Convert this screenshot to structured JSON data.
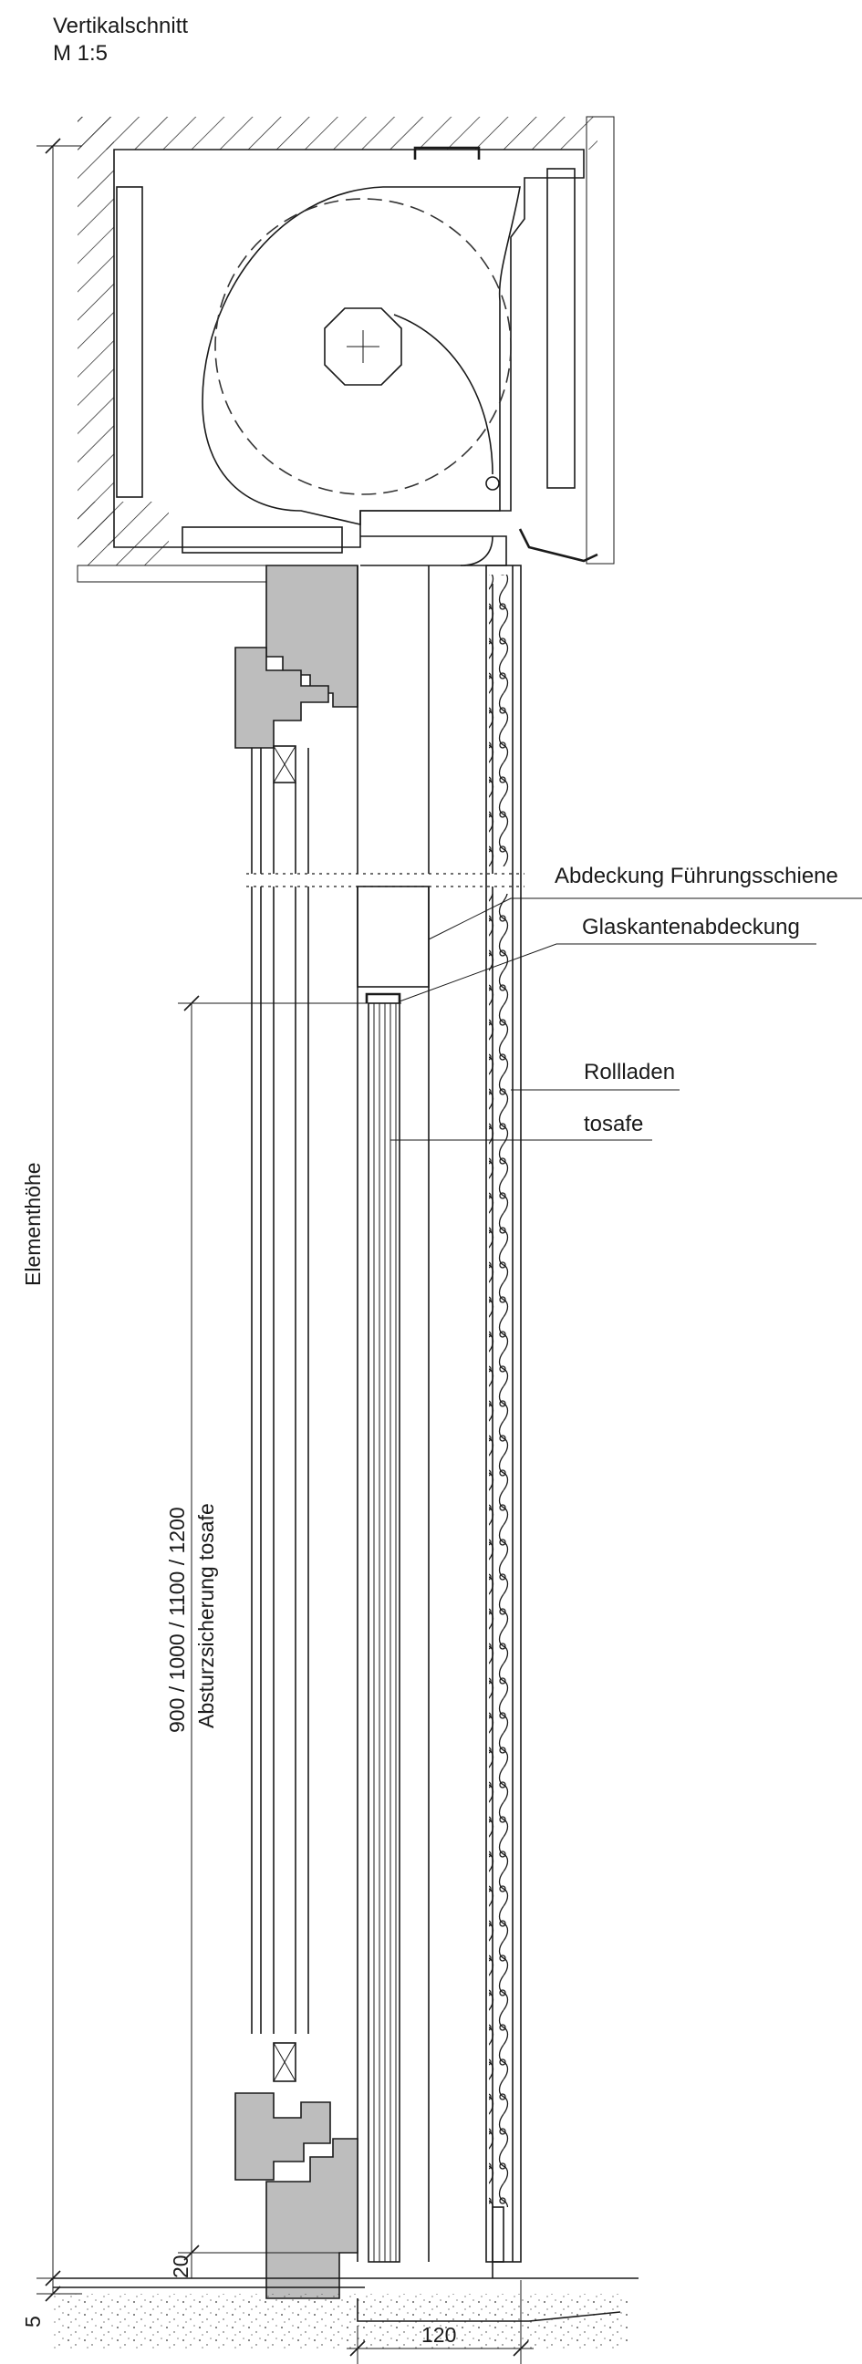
{
  "title": {
    "line1": "Vertikalschnitt",
    "line2": "M 1:5"
  },
  "labels": {
    "abdeckung_fuehrungsschiene": "Abdeckung Führungsschiene",
    "glaskantenabdeckung": "Glaskantenabdeckung",
    "rollladen": "Rollladen",
    "tosafe": "tosafe"
  },
  "dimensions": {
    "element_height": "Elementhöhe",
    "absturz_values": "900 / 1000 / 1100 / 1200",
    "absturz_label": "Absturzsicherung tosafe",
    "dim_20": "20",
    "dim_5": "5",
    "dim_120": "120"
  },
  "colors": {
    "line": "#1a1a1a",
    "wood_fill": "#bdbdbd",
    "background": "#ffffff"
  }
}
